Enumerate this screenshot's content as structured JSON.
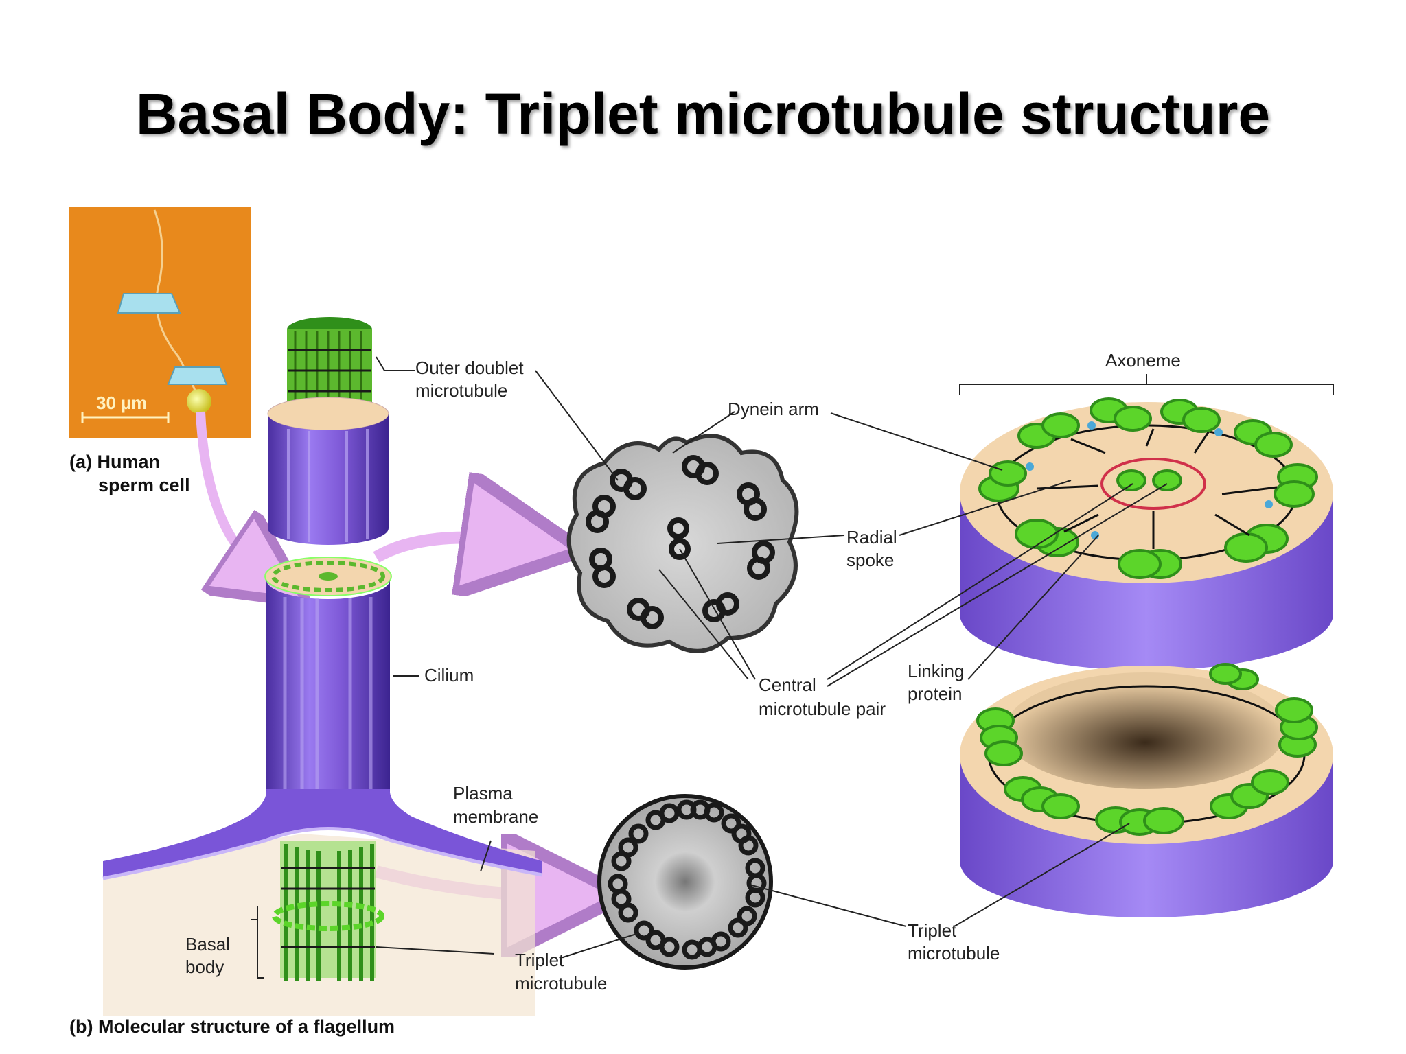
{
  "title": "Basal Body: Triplet microtubule structure",
  "panel_a": {
    "scale_bar": "30 µm",
    "caption_line1": "(a) Human",
    "caption_line2": "sperm cell"
  },
  "panel_b_caption": "(b) Molecular structure of a flagellum",
  "labels": {
    "outer_doublet_1": "Outer doublet",
    "outer_doublet_2": "microtubule",
    "dynein_arm": "Dynein arm",
    "axoneme": "Axoneme",
    "radial_1": "Radial",
    "radial_2": "spoke",
    "cilium": "Cilium",
    "central_1": "Central",
    "central_2": "microtubule pair",
    "linking_1": "Linking",
    "linking_2": "protein",
    "plasma_1": "Plasma",
    "plasma_2": "membrane",
    "basal_1": "Basal",
    "basal_2": "body",
    "triplet_left_1": "Triplet",
    "triplet_left_2": "microtubule",
    "triplet_right_1": "Triplet",
    "triplet_right_2": "microtubule"
  },
  "colors": {
    "orange_bg": "#e8891c",
    "purple": "#8c66e0",
    "purple_dark": "#5a38b0",
    "green": "#6fd23a",
    "green_dark": "#2f8f1a",
    "tan": "#f3d6ae",
    "arrow_pink": "#e8b5f2"
  }
}
